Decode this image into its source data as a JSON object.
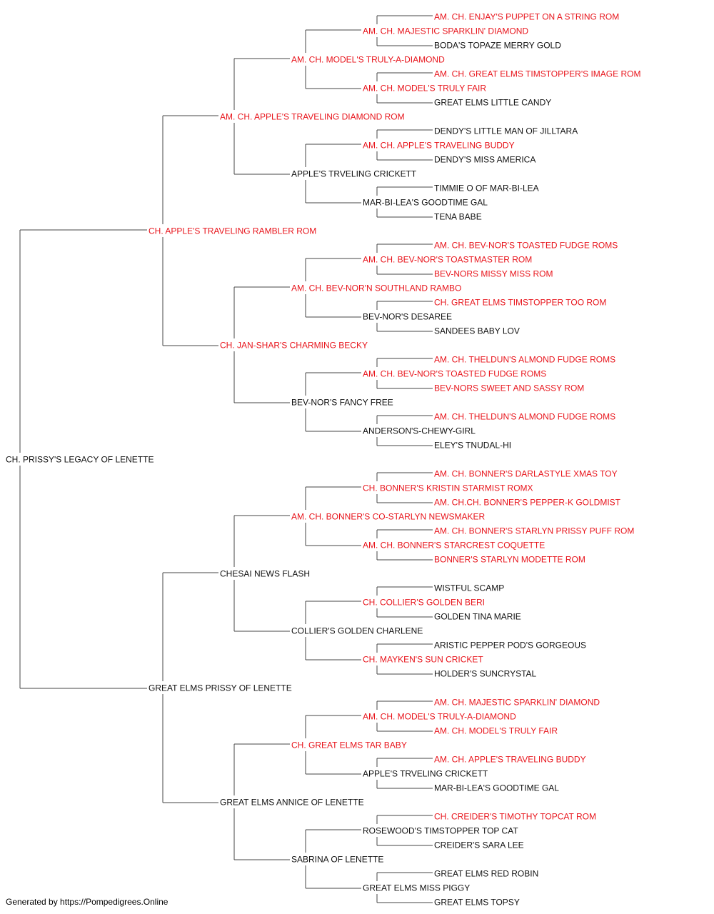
{
  "colors": {
    "champion": "#e8141b",
    "regular": "#111111",
    "line": "#444444"
  },
  "pedigree": {
    "name": "CH. PRISSY'S LEGACY OF LENETTE",
    "champion": false,
    "sire": {
      "name": "CH. APPLE'S TRAVELING RAMBLER ROM",
      "champion": true,
      "sire": {
        "name": "AM. CH. APPLE'S TRAVELING DIAMOND ROM",
        "champion": true,
        "sire": {
          "name": "AM. CH. MODEL'S TRULY-A-DIAMOND",
          "champion": true,
          "sire": {
            "name": "AM. CH. MAJESTIC SPARKLIN' DIAMOND",
            "champion": true,
            "sire": {
              "name": "AM. CH. ENJAY'S PUPPET ON A STRING ROM",
              "champion": true
            },
            "dam": {
              "name": "BODA'S TOPAZE MERRY GOLD",
              "champion": false
            }
          },
          "dam": {
            "name": "AM. CH. MODEL'S TRULY FAIR",
            "champion": true,
            "sire": {
              "name": "AM. CH. GREAT ELMS TIMSTOPPER'S IMAGE ROM",
              "champion": true
            },
            "dam": {
              "name": "GREAT ELMS LITTLE CANDY",
              "champion": false
            }
          }
        },
        "dam": {
          "name": "APPLE'S TRVELING CRICKETT",
          "champion": false,
          "sire": {
            "name": "AM. CH. APPLE'S TRAVELING BUDDY",
            "champion": true,
            "sire": {
              "name": "DENDY'S LITTLE MAN OF JILLTARA",
              "champion": false
            },
            "dam": {
              "name": "DENDY'S MISS AMERICA",
              "champion": false
            }
          },
          "dam": {
            "name": "MAR-BI-LEA'S GOODTIME GAL",
            "champion": false,
            "sire": {
              "name": "TIMMIE O OF MAR-BI-LEA",
              "champion": false
            },
            "dam": {
              "name": "TENA BABE",
              "champion": false
            }
          }
        }
      },
      "dam": {
        "name": "CH. JAN-SHAR'S CHARMING BECKY",
        "champion": true,
        "sire": {
          "name": "AM. CH. BEV-NOR'N SOUTHLAND RAMBO",
          "champion": true,
          "sire": {
            "name": "AM. CH. BEV-NOR'S TOASTMASTER ROM",
            "champion": true,
            "sire": {
              "name": "AM. CH. BEV-NOR'S TOASTED FUDGE ROMS",
              "champion": true
            },
            "dam": {
              "name": "BEV-NORS MISSY MISS ROM",
              "champion": true
            }
          },
          "dam": {
            "name": "BEV-NOR'S DESAREE",
            "champion": false,
            "sire": {
              "name": "CH. GREAT ELMS TIMSTOPPER TOO ROM",
              "champion": true
            },
            "dam": {
              "name": "SANDEES BABY LOV",
              "champion": false
            }
          }
        },
        "dam": {
          "name": "BEV-NOR'S FANCY FREE",
          "champion": false,
          "sire": {
            "name": "AM. CH. BEV-NOR'S TOASTED FUDGE ROMS",
            "champion": true,
            "sire": {
              "name": "AM. CH. THELDUN'S ALMOND FUDGE ROMS",
              "champion": true
            },
            "dam": {
              "name": "BEV-NORS SWEET AND SASSY ROM",
              "champion": true
            }
          },
          "dam": {
            "name": "ANDERSON'S-CHEWY-GIRL",
            "champion": false,
            "sire": {
              "name": "AM. CH. THELDUN'S ALMOND FUDGE ROMS",
              "champion": true
            },
            "dam": {
              "name": "ELEY'S TNUDAL-HI",
              "champion": false
            }
          }
        }
      }
    },
    "dam": {
      "name": "GREAT ELMS PRISSY OF LENETTE",
      "champion": false,
      "sire": {
        "name": "CHESAI NEWS FLASH",
        "champion": false,
        "sire": {
          "name": "AM. CH. BONNER'S CO-STARLYN NEWSMAKER",
          "champion": true,
          "sire": {
            "name": "CH. BONNER'S KRISTIN STARMIST ROMX",
            "champion": true,
            "sire": {
              "name": "AM. CH. BONNER'S DARLASTYLE XMAS TOY",
              "champion": true
            },
            "dam": {
              "name": "AM. CH.CH. BONNER'S PEPPER-K GOLDMIST",
              "champion": true
            }
          },
          "dam": {
            "name": "AM. CH. BONNER'S STARCREST COQUETTE",
            "champion": true,
            "sire": {
              "name": "AM. CH. BONNER'S STARLYN PRISSY PUFF ROM",
              "champion": true
            },
            "dam": {
              "name": "BONNER'S STARLYN MODETTE ROM",
              "champion": true
            }
          }
        },
        "dam": {
          "name": "COLLIER'S GOLDEN CHARLENE",
          "champion": false,
          "sire": {
            "name": "CH. COLLIER'S GOLDEN BERI",
            "champion": true,
            "sire": {
              "name": "WISTFUL SCAMP",
              "champion": false
            },
            "dam": {
              "name": "GOLDEN TINA MARIE",
              "champion": false
            }
          },
          "dam": {
            "name": "CH. MAYKEN'S SUN CRICKET",
            "champion": true,
            "sire": {
              "name": "ARISTIC PEPPER POD'S GORGEOUS",
              "champion": false
            },
            "dam": {
              "name": "HOLDER'S SUNCRYSTAL",
              "champion": false
            }
          }
        }
      },
      "dam": {
        "name": "GREAT ELMS ANNICE OF LENETTE",
        "champion": false,
        "sire": {
          "name": "CH. GREAT ELMS TAR BABY",
          "champion": true,
          "sire": {
            "name": "AM. CH. MODEL'S TRULY-A-DIAMOND",
            "champion": true,
            "sire": {
              "name": "AM. CH. MAJESTIC SPARKLIN' DIAMOND",
              "champion": true
            },
            "dam": {
              "name": "AM. CH. MODEL'S TRULY FAIR",
              "champion": true
            }
          },
          "dam": {
            "name": "APPLE'S TRVELING CRICKETT",
            "champion": false,
            "sire": {
              "name": "AM. CH. APPLE'S TRAVELING BUDDY",
              "champion": true
            },
            "dam": {
              "name": "MAR-BI-LEA'S GOODTIME GAL",
              "champion": false
            }
          }
        },
        "dam": {
          "name": "SABRINA OF LENETTE",
          "champion": false,
          "sire": {
            "name": "ROSEWOOD'S TIMSTOPPER TOP CAT",
            "champion": false,
            "sire": {
              "name": "CH. CREIDER'S TIMOTHY TOPCAT ROM",
              "champion": true
            },
            "dam": {
              "name": "CREIDER'S SARA LEE",
              "champion": false
            }
          },
          "dam": {
            "name": "GREAT ELMS MISS PIGGY",
            "champion": false,
            "sire": {
              "name": "GREAT ELMS RED ROBIN",
              "champion": false
            },
            "dam": {
              "name": "GREAT ELMS TOPSY",
              "champion": false
            }
          }
        }
      }
    }
  },
  "footer": {
    "text": "Generated by https://Pompedigrees.Online"
  }
}
